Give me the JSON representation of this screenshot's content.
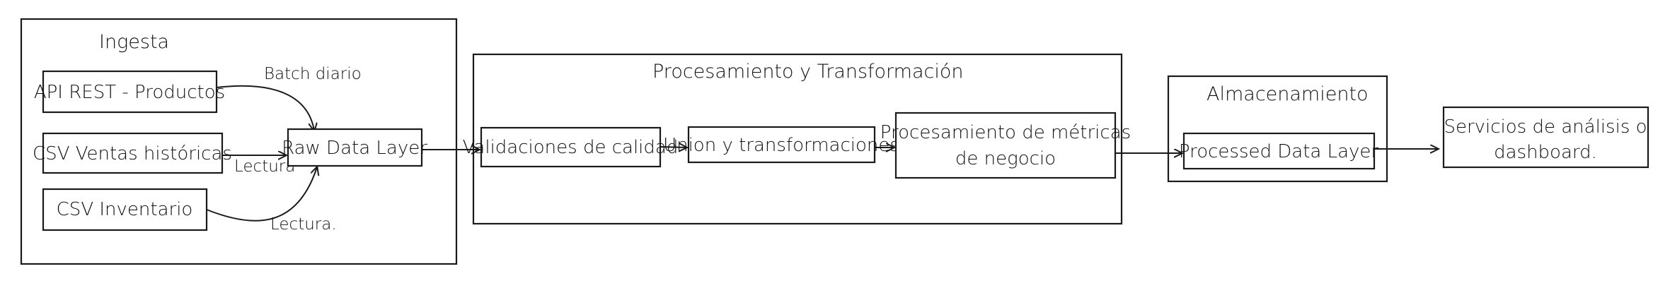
{
  "groups": {
    "ingesta": {
      "title": "Ingesta"
    },
    "procesamiento": {
      "title": "Procesamiento y Transformación"
    },
    "almacenamiento": {
      "title": "Almacenamiento"
    }
  },
  "nodes": {
    "api_rest": {
      "label": "API REST - Productos"
    },
    "csv_ventas": {
      "label": "CSV Ventas históricas"
    },
    "csv_inventario": {
      "label": "CSV Inventario"
    },
    "raw_layer": {
      "label": "Raw Data Layer"
    },
    "validaciones": {
      "label": "Validaciones de calidad"
    },
    "union": {
      "label": "Union y transformaciones"
    },
    "metricas": {
      "line1": "Procesamiento de métricas",
      "line2": "de negocio"
    },
    "processed_layer": {
      "label": "Processed Data Layer"
    },
    "servicios": {
      "line1": "Servicios de análisis o",
      "line2": "dashboard."
    }
  },
  "edge_labels": {
    "batch": "Batch diario",
    "lectura_1": "Lectura",
    "lectura_2": "Lectura."
  }
}
